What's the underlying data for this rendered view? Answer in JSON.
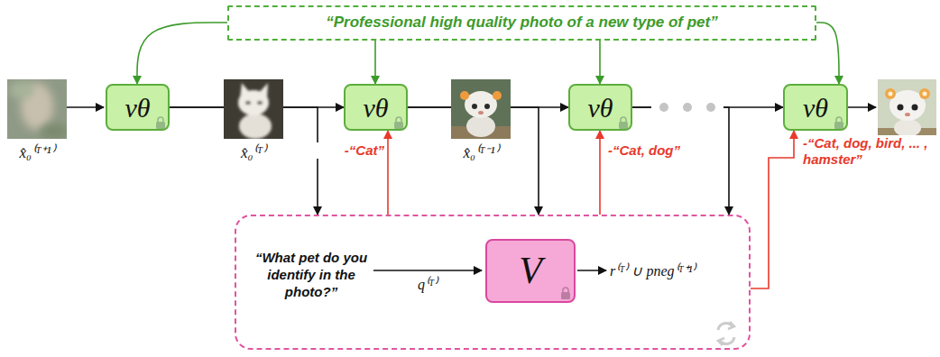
{
  "diagram": {
    "nodes": [
      {
        "text": [
          "“Professional high quality photo of a new type of pet”"
        ]
      },
      {
        "text": [
          "vθ"
        ]
      },
      {
        "text": [
          "vθ"
        ]
      },
      {
        "text": [
          "vθ"
        ]
      },
      {
        "text": [
          "vθ"
        ]
      },
      {
        "text": [
          "“What pet do you identify in the photo?”"
        ]
      },
      {
        "text": [
          "V"
        ],
        "in": 5
      }
    ],
    "edges": [
      {
        "from": 0,
        "to": 1,
        "arrow": "to"
      },
      {
        "from": 0,
        "to": 2,
        "arrow": "to"
      },
      {
        "from": 0,
        "to": 3,
        "arrow": "to"
      },
      {
        "from": 0,
        "to": 4,
        "arrow": "to"
      },
      {
        "from": 1,
        "to": 2,
        "arrow": "to"
      },
      {
        "from": 2,
        "to": 3,
        "arrow": "to"
      },
      {
        "from": 3,
        "to": 4,
        "arrow": "to"
      },
      {
        "from": 1,
        "to": 5,
        "arrow": "to"
      },
      {
        "from": 2,
        "to": 5,
        "arrow": "to"
      },
      {
        "from": 3,
        "to": 5,
        "arrow": "to"
      },
      {
        "from": 5,
        "to": 2,
        "label": "-“Cat”",
        "arrow": "to"
      },
      {
        "from": 5,
        "to": 3,
        "label": "-“Cat, dog”",
        "arrow": "to"
      },
      {
        "from": 5,
        "to": 4,
        "label": "-“Cat, dog, bird, ... , hamster”",
        "arrow": "to"
      }
    ],
    "labels": [
      "x̂₀⁽ᵀ⁺¹⁾",
      "x̂₀⁽ᵀ⁾",
      "x̂₀⁽ᵀ⁻¹⁾",
      "q⁽ᵀ⁾",
      "r⁽ᵀ⁾ ∪ pneg⁽ᵀ⁺¹⁾"
    ]
  }
}
